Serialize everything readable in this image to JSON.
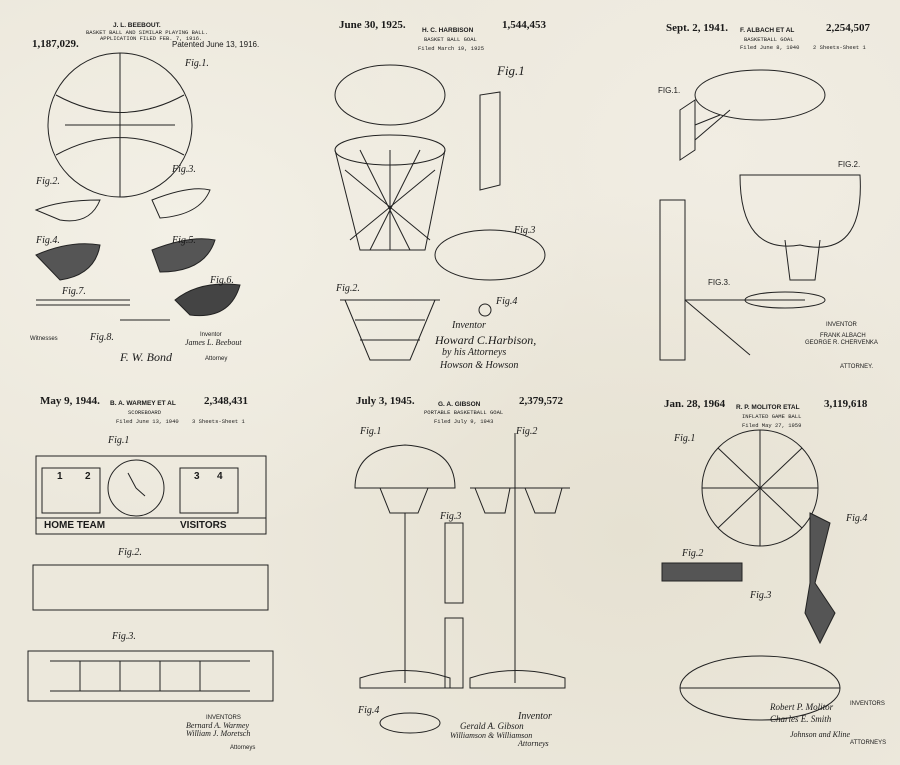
{
  "colors": {
    "paper": "#ece8dc",
    "ink": "#1a1a1a"
  },
  "panels": [
    {
      "inventor": "J. L. BEEBOUT.",
      "title": "BASKET BALL AND SIMILAR PLAYING BALL.",
      "filed": "APPLICATION FILED FEB. 7, 1916.",
      "number": "1,187,029.",
      "date": "Patented June 13, 1916.",
      "figs": [
        "Fig.1.",
        "Fig.2.",
        "Fig.3.",
        "Fig.4.",
        "Fig.5.",
        "Fig.6.",
        "Fig.7.",
        "Fig.8."
      ],
      "witnesses": "Witnesses",
      "inventor_label": "Inventor",
      "signature": "James L. Beebout",
      "attorney_sig": "F. W. Bond",
      "attorney": "Attorney"
    },
    {
      "date": "June 30, 1925.",
      "inventor": "H. C. HARBISON",
      "title": "BASKET BALL GOAL",
      "filed": "Filed March 19, 1925",
      "number": "1,544,453",
      "figs": [
        "Fig.1",
        "Fig.2.",
        "Fig.3",
        "Fig.4"
      ],
      "inventor_label": "Inventor",
      "signature": "Howard C.Harbison,",
      "by": "by his Attorneys",
      "attorneys": "Howson & Howson"
    },
    {
      "date": "Sept. 2, 1941.",
      "inventor": "F. ALBACH ET AL",
      "title": "BASKETBALL GOAL",
      "filed": "Filed June 8, 1940",
      "number": "2,254,507",
      "sheets": "2 Sheets-Sheet 1",
      "figs": [
        "FIG.1.",
        "FIG.2.",
        "FIG.3."
      ],
      "inventor_label": "INVENTOR",
      "names": [
        "FRANK ALBACH",
        "GEORGE R. CHERVENKA"
      ],
      "attorney": "ATTORNEY."
    },
    {
      "date": "May 9, 1944.",
      "inventor": "B. A. WARMEY ET AL",
      "title": "SCOREBOARD",
      "filed": "Filed June 13, 1940",
      "number": "2,348,431",
      "sheets": "3 Sheets-Sheet 1",
      "figs": [
        "Fig.1",
        "Fig.2.",
        "Fig.3."
      ],
      "scoreboard": {
        "home": "HOME TEAM",
        "visitors": "VISITORS",
        "periods": [
          "1",
          "2",
          "3",
          "4"
        ]
      },
      "inventor_label": "INVENTORS",
      "names": [
        "Bernard A. Warmey",
        "William J. Moretsch"
      ],
      "attorney": "Attorneys"
    },
    {
      "date": "July 3, 1945.",
      "inventor": "G. A. GIBSON",
      "title": "PORTABLE BASKETBALL GOAL",
      "filed": "Filed July 9, 1943",
      "number": "2,379,572",
      "figs": [
        "Fig.1",
        "Fig.2",
        "Fig.3",
        "Fig.4"
      ],
      "inventor_label": "Inventor",
      "signature": "Gerald A. Gibson",
      "attorneys_sig": "Williamson & Williamson",
      "attorney": "Attorneys"
    },
    {
      "date": "Jan. 28, 1964",
      "inventor": "R. P. MOLITOR ETAL",
      "title": "INFLATED GAME BALL",
      "filed": "Filed May 27, 1959",
      "number": "3,119,618",
      "figs": [
        "Fig.1",
        "Fig.2",
        "Fig.3",
        "Fig.4"
      ],
      "inventor_label": "INVENTORS",
      "names": [
        "Robert P. Molitor",
        "Charles E. Smith"
      ],
      "attorney_sig": "Johnson and Kline",
      "attorney": "ATTORNEYS"
    }
  ]
}
